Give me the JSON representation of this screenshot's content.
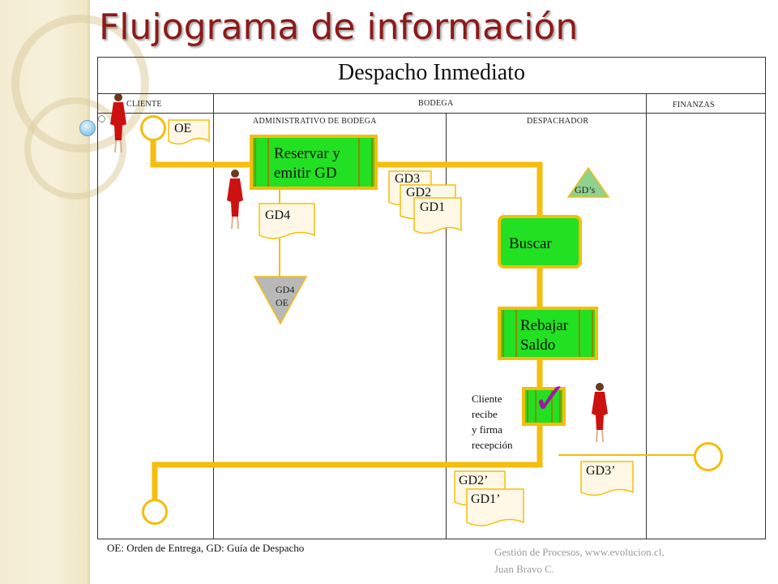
{
  "title": "Flujograma de información",
  "diagram": {
    "band_title": "Despacho Inmediato",
    "lanes": {
      "cliente": "CLIENTE",
      "bodega": "BODEGA",
      "administrativo": "ADMINISTRATIVO DE BODEGA",
      "despachador": "DESPACHADOR",
      "finanzas": "FINANZAS"
    },
    "documents": {
      "oe": "OE",
      "gd3": "GD3",
      "gd2": "GD2",
      "gd1": "GD1",
      "gd4": "GD4",
      "gd2_prime": "GD2’",
      "gd1_prime": "GD1’",
      "gd3_prime": "GD3’"
    },
    "processes": {
      "reservar_line1": "Reservar y",
      "reservar_line2": "emitir GD",
      "buscar": "Buscar",
      "rebajar_line1": "Rebajar",
      "rebajar_line2": "Saldo"
    },
    "archives": {
      "gds": "GD’s",
      "gd4_line1": "GD4",
      "gd4_line2": "OE"
    },
    "note_lines": [
      "Cliente",
      "recibe",
      "y firma",
      "recepción"
    ],
    "checkmark": "✓",
    "colors": {
      "connector": "#f5bd0c",
      "process_fill": "#22e022",
      "archive_fill": "#b8b8b8",
      "archive_fill_gds": "#8fd18f",
      "title": "#8b1a1a",
      "person": "#cc1111",
      "checkmark": "#a01aa0"
    }
  },
  "legend": "OE: Orden de Entrega, GD: Guía de Despacho",
  "credit": {
    "line1": "Gestión de Procesos, www.evolucion.cl,",
    "line2": "Juan Bravo C."
  }
}
